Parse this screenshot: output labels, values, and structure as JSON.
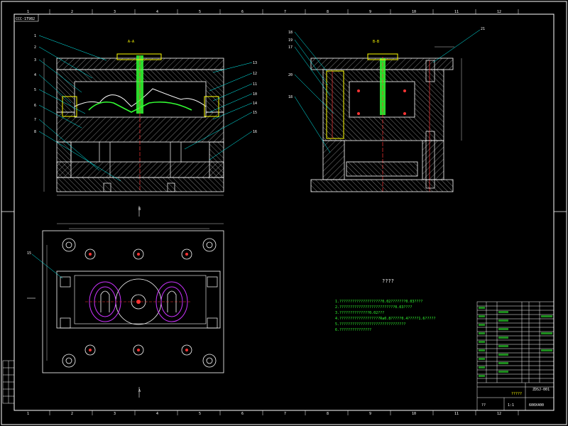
{
  "title_tab": "CCC-1T982",
  "views": {
    "section_a": "A-A",
    "section_b": "B-B",
    "top_view_marker": "B",
    "top_view_marker2": "A"
  },
  "part_numbers_left": [
    "1",
    "2",
    "3",
    "4",
    "5",
    "6",
    "7",
    "8"
  ],
  "part_numbers_right": [
    "13",
    "12",
    "11",
    "10",
    "14",
    "15",
    "16"
  ],
  "part_numbers_bview": [
    "18",
    "19",
    "17",
    "20",
    "18"
  ],
  "part_number_top": "21",
  "part_number_plan": "15",
  "border_numbers_top": [
    "1",
    "2",
    "3",
    "4",
    "5",
    "6",
    "7",
    "8",
    "9",
    "10",
    "11",
    "12"
  ],
  "border_numbers_bottom": [
    "1",
    "2",
    "3",
    "4",
    "5",
    "6",
    "7",
    "8",
    "9",
    "10",
    "11",
    "12"
  ],
  "notes": {
    "heading": "????",
    "lines": [
      "1.????????????????????0.02???????0.03????",
      "2.??????????????????????????0.03????",
      "3.??????????????0.02???",
      "4.???????????????????Ra0.8?????0.4?????1.6?????",
      "5.???????????????????????????????",
      "6.???????????????"
    ]
  },
  "title_block": {
    "name": "?????",
    "drawing_no": "ZDSJ-001",
    "scale": "1:1",
    "sheet": "??",
    "dims": "600X400"
  },
  "colors": {
    "background": "#000000",
    "lines": "#ffffff",
    "accent_green": "#33ff33",
    "accent_yellow": "#ffff00",
    "accent_magenta": "#cc33ff",
    "accent_red": "#ff3333",
    "border_cyan": "#00ffff"
  }
}
